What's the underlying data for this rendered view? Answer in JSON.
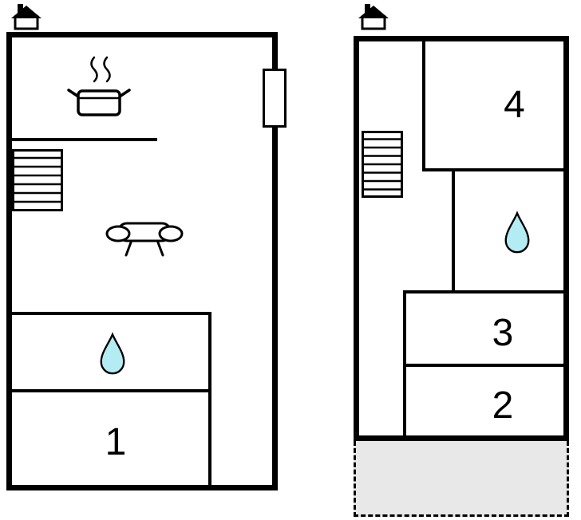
{
  "colors": {
    "wall": "#000000",
    "background": "#ffffff",
    "water_drop_fill": "#b3ecf2",
    "water_drop_stroke": "#000000",
    "terrace_fill": "#e8e8e8"
  },
  "ground_floor": {
    "name": "ground-floor",
    "rooms": [
      {
        "id": "room-1",
        "label": "1"
      }
    ],
    "icons": [
      "house-icon",
      "steam-pot-icon",
      "kitchen-counter",
      "window-icon",
      "staircase-icon",
      "sofa-icon",
      "water-drop-icon"
    ]
  },
  "upper_floor": {
    "name": "upper-floor",
    "rooms": [
      {
        "id": "room-4",
        "label": "4"
      },
      {
        "id": "room-3",
        "label": "3"
      },
      {
        "id": "room-2",
        "label": "2"
      }
    ],
    "icons": [
      "house-icon",
      "staircase-icon",
      "water-drop-icon",
      "terrace-area"
    ]
  }
}
